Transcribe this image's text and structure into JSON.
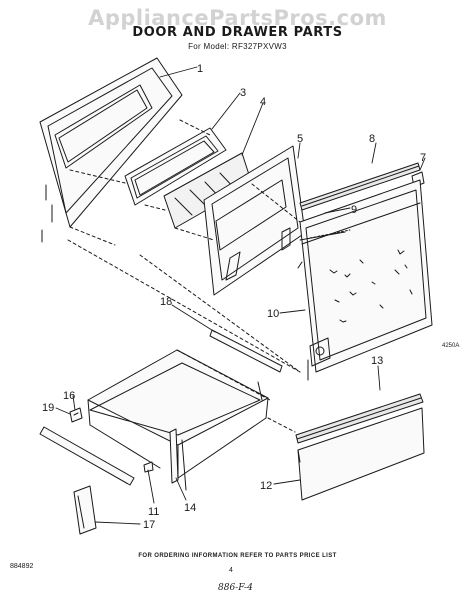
{
  "watermark": "AppliancePartsPros.com",
  "header": {
    "title": "DOOR AND DRAWER PARTS",
    "subtitle": "For Model: RF327PXVW3"
  },
  "callouts": [
    "1",
    "3",
    "4",
    "5",
    "8",
    "7",
    "9",
    "18",
    "10",
    "13",
    "16",
    "19",
    "12",
    "11",
    "14",
    "17"
  ],
  "diagram_ref": "4250A",
  "footer": {
    "note": "FOR ORDERING INFORMATION REFER TO PARTS PRICE LIST",
    "doc_code": "884892",
    "page_number": "4",
    "handwritten": "886-F-4"
  }
}
